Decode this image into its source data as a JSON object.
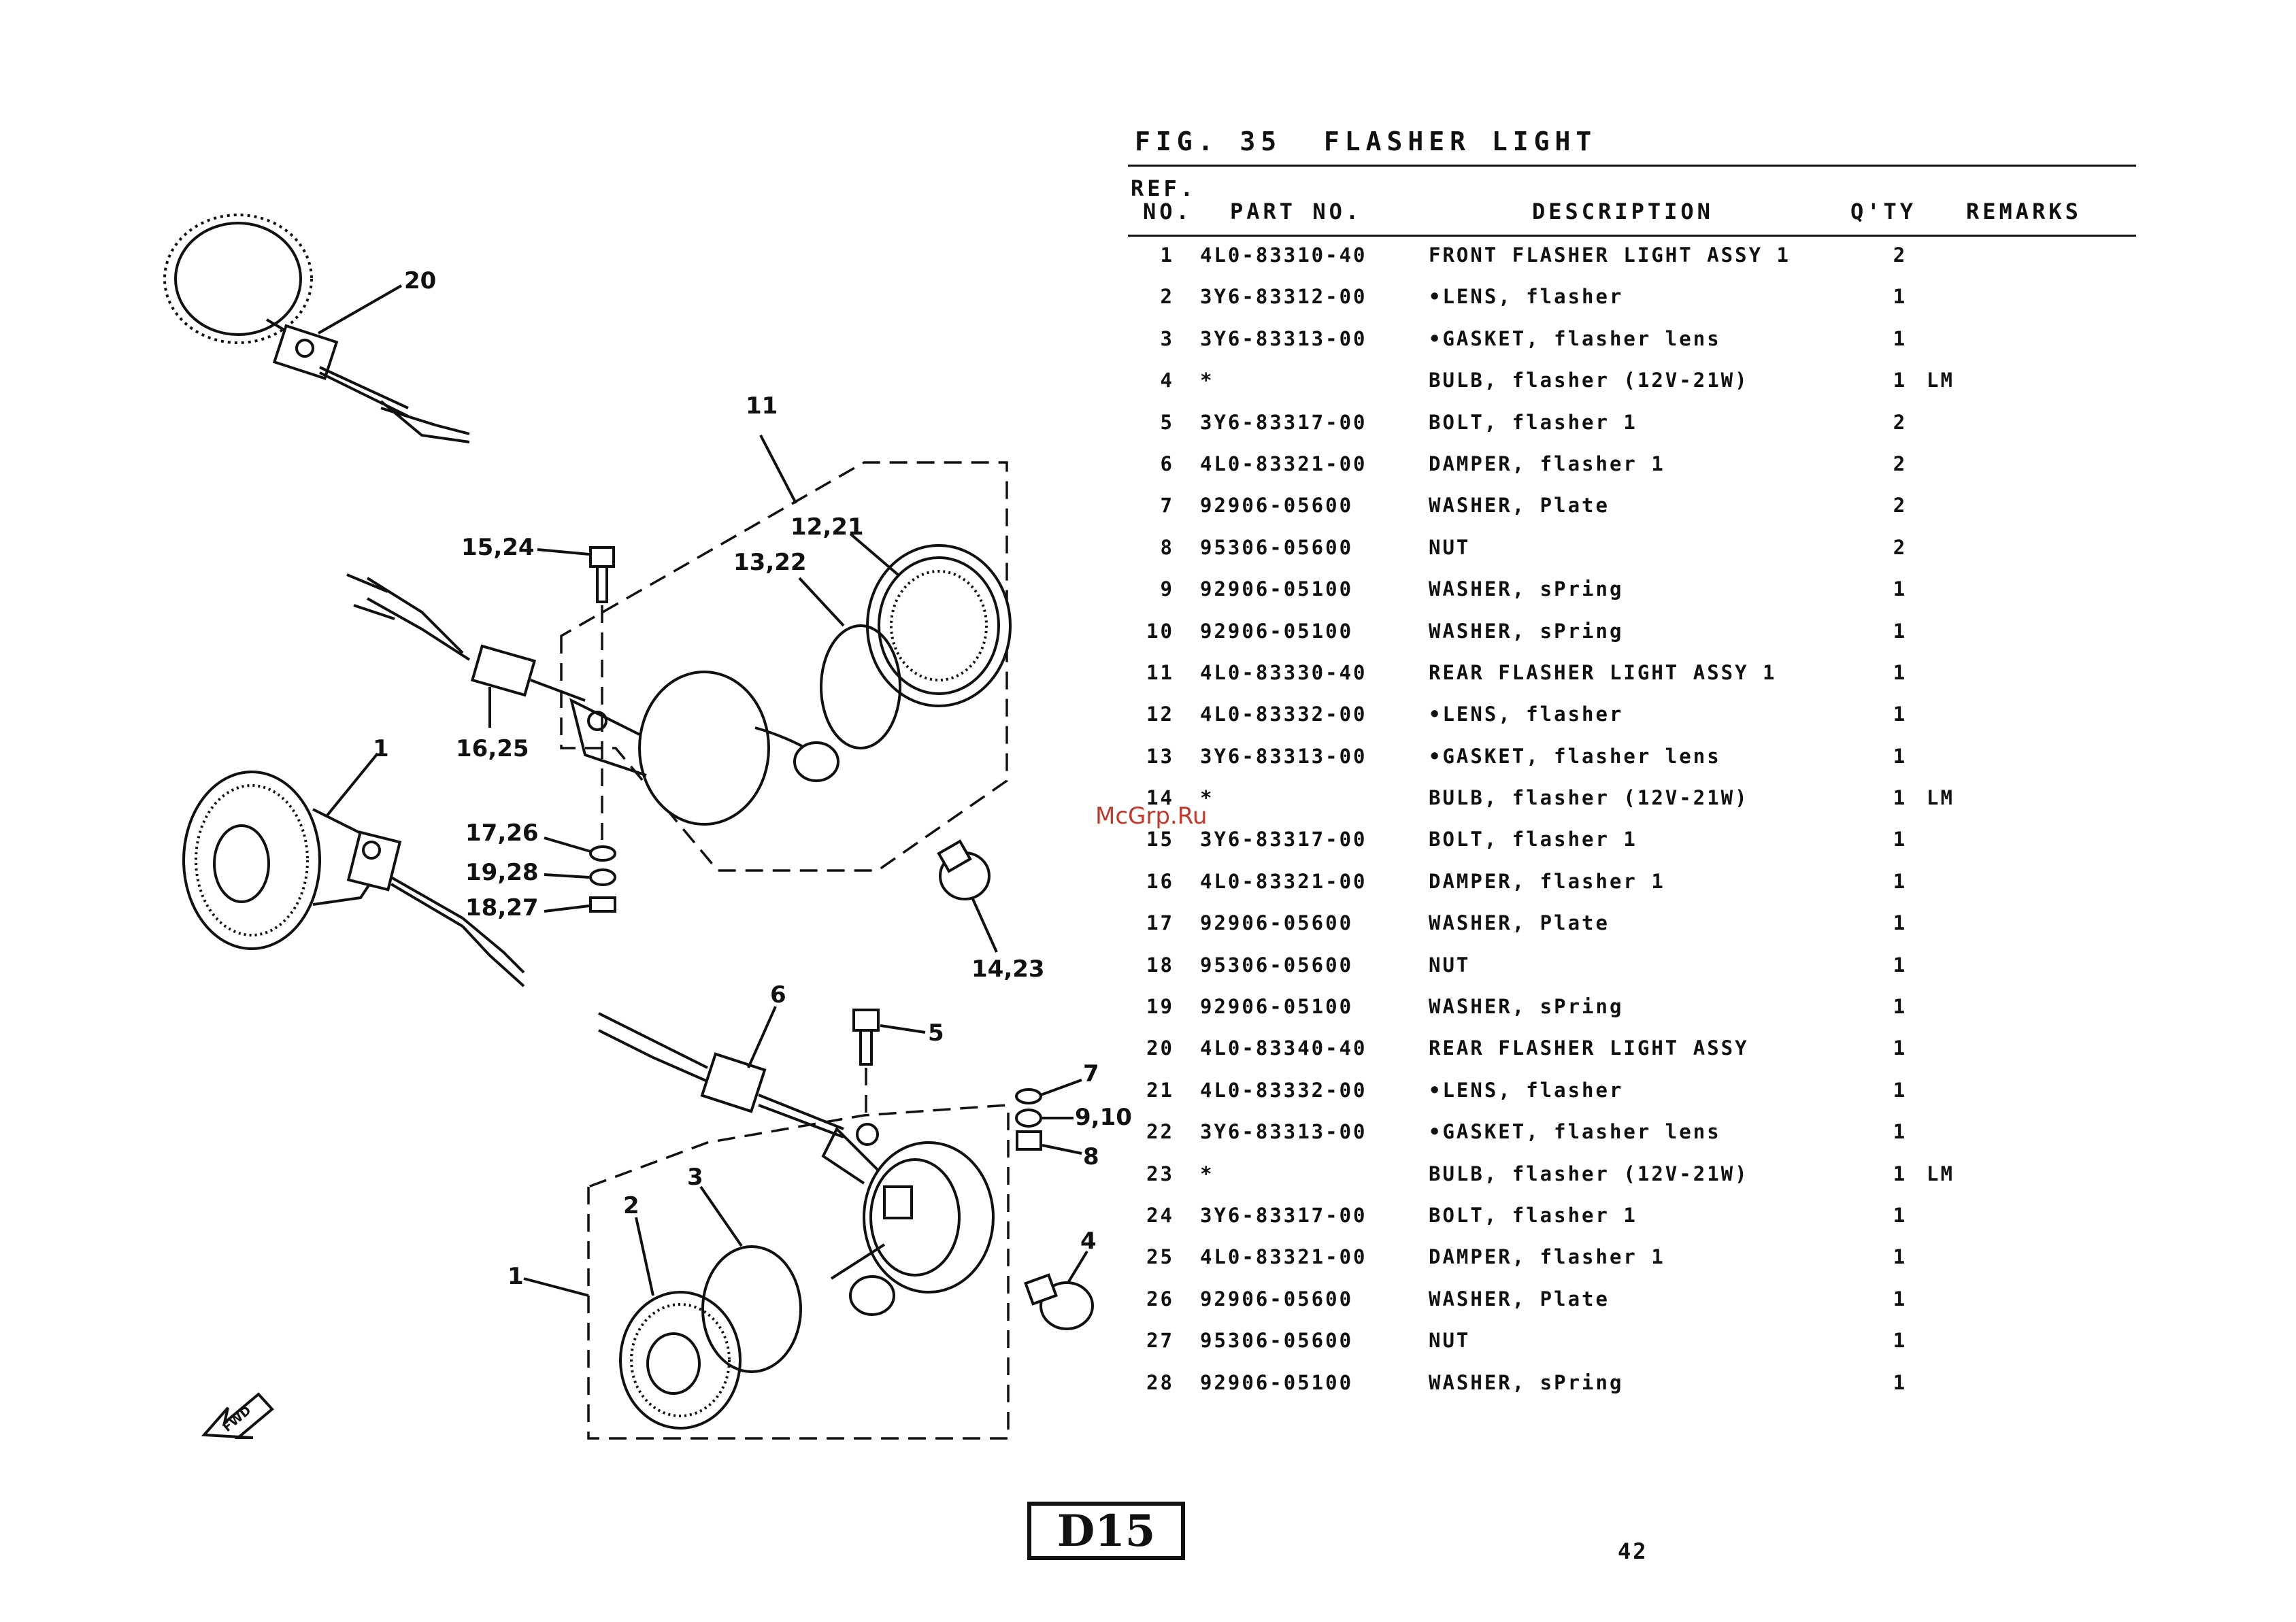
{
  "figure": {
    "title": "FIG. 35  FLASHER LIGHT"
  },
  "table": {
    "headers": {
      "ref_top": "REF.",
      "ref_bottom": "NO.",
      "part_no": "PART NO.",
      "description": "DESCRIPTION",
      "qty": "Q'TY",
      "remarks": "REMARKS"
    },
    "rows": [
      {
        "ref": "1",
        "part": "4L0-83310-40",
        "desc": "FRONT FLASHER LIGHT ASSY 1",
        "qty": "2",
        "rem": ""
      },
      {
        "ref": "2",
        "part": "3Y6-83312-00",
        "desc": "•LENS, flasher",
        "qty": "1",
        "rem": ""
      },
      {
        "ref": "3",
        "part": "3Y6-83313-00",
        "desc": "•GASKET, flasher lens",
        "qty": "1",
        "rem": ""
      },
      {
        "ref": "4",
        "part": "*",
        "desc": "BULB, flasher (12V-21W)",
        "qty": "1",
        "rem": "LM"
      },
      {
        "ref": "5",
        "part": "3Y6-83317-00",
        "desc": "BOLT, flasher 1",
        "qty": "2",
        "rem": ""
      },
      {
        "ref": "6",
        "part": "4L0-83321-00",
        "desc": "DAMPER, flasher 1",
        "qty": "2",
        "rem": ""
      },
      {
        "ref": "7",
        "part": "92906-05600",
        "desc": "WASHER, Plate",
        "qty": "2",
        "rem": ""
      },
      {
        "ref": "8",
        "part": "95306-05600",
        "desc": "NUT",
        "qty": "2",
        "rem": ""
      },
      {
        "ref": "9",
        "part": "92906-05100",
        "desc": "WASHER, sPring",
        "qty": "1",
        "rem": ""
      },
      {
        "ref": "10",
        "part": "92906-05100",
        "desc": "WASHER, sPring",
        "qty": "1",
        "rem": ""
      },
      {
        "ref": "11",
        "part": "4L0-83330-40",
        "desc": "REAR FLASHER LIGHT ASSY 1",
        "qty": "1",
        "rem": ""
      },
      {
        "ref": "12",
        "part": "4L0-83332-00",
        "desc": "•LENS, flasher",
        "qty": "1",
        "rem": ""
      },
      {
        "ref": "13",
        "part": "3Y6-83313-00",
        "desc": "•GASKET, flasher lens",
        "qty": "1",
        "rem": ""
      },
      {
        "ref": "14",
        "part": "*",
        "desc": "BULB, flasher (12V-21W)",
        "qty": "1",
        "rem": "LM"
      },
      {
        "ref": "15",
        "part": "3Y6-83317-00",
        "desc": "BOLT, flasher 1",
        "qty": "1",
        "rem": ""
      },
      {
        "ref": "16",
        "part": "4L0-83321-00",
        "desc": "DAMPER, flasher 1",
        "qty": "1",
        "rem": ""
      },
      {
        "ref": "17",
        "part": "92906-05600",
        "desc": "WASHER, Plate",
        "qty": "1",
        "rem": ""
      },
      {
        "ref": "18",
        "part": "95306-05600",
        "desc": "NUT",
        "qty": "1",
        "rem": ""
      },
      {
        "ref": "19",
        "part": "92906-05100",
        "desc": "WASHER, sPring",
        "qty": "1",
        "rem": ""
      },
      {
        "ref": "20",
        "part": "4L0-83340-40",
        "desc": "REAR FLASHER LIGHT ASSY",
        "qty": "1",
        "rem": ""
      },
      {
        "ref": "21",
        "part": "4L0-83332-00",
        "desc": "•LENS, flasher",
        "qty": "1",
        "rem": ""
      },
      {
        "ref": "22",
        "part": "3Y6-83313-00",
        "desc": "•GASKET, flasher lens",
        "qty": "1",
        "rem": ""
      },
      {
        "ref": "23",
        "part": "*",
        "desc": "BULB, flasher (12V-21W)",
        "qty": "1",
        "rem": "LM"
      },
      {
        "ref": "24",
        "part": "3Y6-83317-00",
        "desc": "BOLT, flasher 1",
        "qty": "1",
        "rem": ""
      },
      {
        "ref": "25",
        "part": "4L0-83321-00",
        "desc": "DAMPER, flasher 1",
        "qty": "1",
        "rem": ""
      },
      {
        "ref": "26",
        "part": "92906-05600",
        "desc": "WASHER, Plate",
        "qty": "1",
        "rem": ""
      },
      {
        "ref": "27",
        "part": "95306-05600",
        "desc": "NUT",
        "qty": "1",
        "rem": ""
      },
      {
        "ref": "28",
        "part": "92906-05100",
        "desc": "WASHER, sPring",
        "qty": "1",
        "rem": ""
      }
    ]
  },
  "diagram": {
    "callouts": {
      "c20": "20",
      "c11": "11",
      "c12_21": "12,21",
      "c13_22": "13,22",
      "c15_24": "15,24",
      "c16_25": "16,25",
      "c1_top": "1",
      "c17_26": "17,26",
      "c19_28": "19,28",
      "c18_27": "18,27",
      "c14_23": "14,23",
      "c6": "6",
      "c5": "5",
      "c7": "7",
      "c9_10": "9,10",
      "c8": "8",
      "c3": "3",
      "c2": "2",
      "c1_bottom": "1",
      "c4": "4"
    },
    "fwd_arrow_label": "FWD"
  },
  "watermark": "McGrp.Ru",
  "footer": {
    "page_code": "D15",
    "page_number": "42"
  }
}
